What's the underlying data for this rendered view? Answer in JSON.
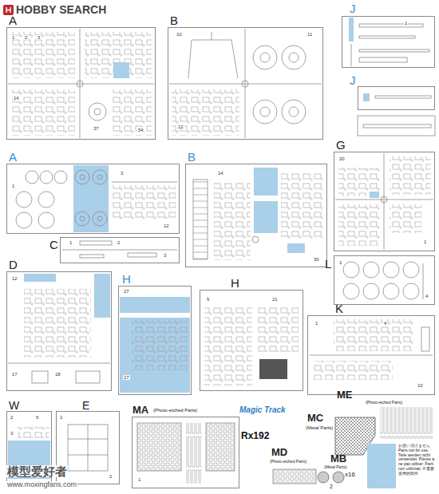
{
  "diagram": {
    "nodes": [
      {
        "text": [
          "A"
        ]
      },
      {
        "text": [
          "B"
        ]
      },
      {
        "text": [
          "J"
        ]
      },
      {
        "text": [
          "J"
        ]
      },
      {
        "text": [
          "G"
        ]
      },
      {
        "text": [
          "A"
        ]
      },
      {
        "text": [
          "B"
        ]
      },
      {
        "text": [
          "C"
        ]
      },
      {
        "text": [
          "L"
        ]
      },
      {
        "text": [
          "D"
        ]
      },
      {
        "text": [
          "H"
        ]
      },
      {
        "text": [
          "H"
        ]
      },
      {
        "text": [
          "K"
        ]
      },
      {
        "text": [
          "W"
        ]
      },
      {
        "text": [
          "E"
        ]
      },
      {
        "text": [
          "MA",
          "(Photo-etched Parts)"
        ]
      },
      {
        "text": [
          "MC",
          "(Metal Parts)"
        ]
      },
      {
        "text": [
          "ME",
          "(Photo-etched Parts)"
        ]
      },
      {
        "text": [
          "MD",
          "(Photo-etched Parts)"
        ]
      },
      {
        "text": [
          "MB",
          "(Metal Parts)"
        ]
      }
    ],
    "labels": [
      "HOBBY SEARCH",
      "Magic Track",
      "Rx192",
      "x16",
      "2",
      "模型爱好者",
      "www.moxingfans.com",
      "1",
      "2",
      "3",
      "14",
      "37",
      "54",
      "10",
      "11",
      "12",
      "1",
      "20",
      "1",
      "1",
      "3",
      "12",
      "14",
      "30",
      "1",
      "2",
      "3",
      "1",
      "4",
      "12",
      "17",
      "18",
      "27",
      "17",
      "5",
      "21",
      "1",
      "4",
      "10",
      "2",
      "3",
      "5",
      "1",
      "2",
      "1"
    ],
    "legend": [
      {
        "text": "お使い頂けません Parts not for use. Teile werden nicht verwendet. Pièces à ne pas utiliser. Parti non utilizzati. 不需要使用的部件",
        "color": "#a9cfe9"
      }
    ]
  }
}
